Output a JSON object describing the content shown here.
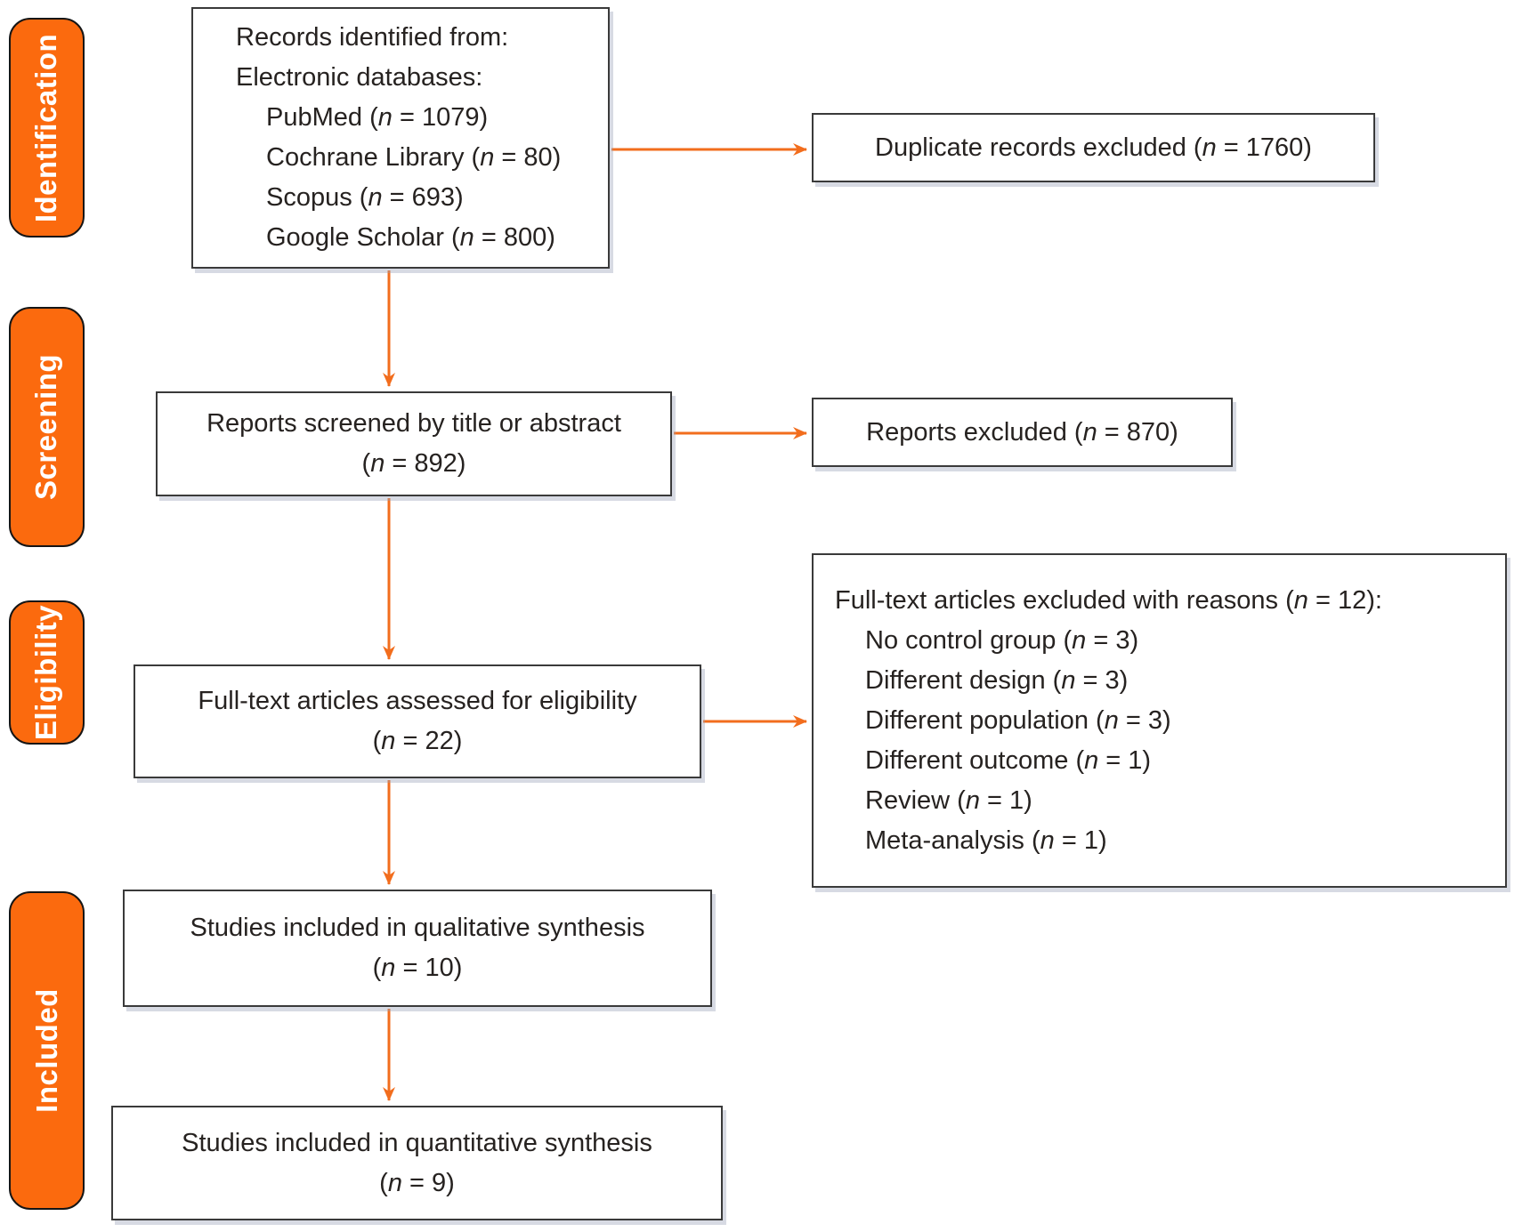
{
  "colors": {
    "stage_fill": "#fb6a0e",
    "stage_border": "#151515",
    "stage_text": "#ffffff",
    "arrow": "#f26d1d",
    "box_border": "#3a3a3a",
    "text": "#262220"
  },
  "stages": [
    {
      "label": "Identification"
    },
    {
      "label": "Screening"
    },
    {
      "label": "Eligibility"
    },
    {
      "label": "Included"
    }
  ],
  "boxes": {
    "records_identified": {
      "lines": [
        {
          "pre": "Records identified from:"
        },
        {
          "pre": "Electronic databases:"
        },
        {
          "pre": "PubMed",
          "n": "1079",
          "indent": 1
        },
        {
          "pre": "Cochrane Library",
          "n": "80",
          "indent": 1
        },
        {
          "pre": "Scopus",
          "n": "693",
          "indent": 1
        },
        {
          "pre": "Google Scholar",
          "n": "800",
          "indent": 1
        }
      ]
    },
    "duplicates_excluded": {
      "lines": [
        {
          "pre": "Duplicate records excluded",
          "n": "1760"
        }
      ]
    },
    "reports_screened": {
      "lines": [
        {
          "pre": "Reports screened by title or abstract"
        },
        {
          "n": "892"
        }
      ]
    },
    "reports_excluded": {
      "lines": [
        {
          "pre": "Reports excluded",
          "n": "870"
        }
      ]
    },
    "fulltext_assessed": {
      "lines": [
        {
          "pre": "Full-text articles assessed for eligibility"
        },
        {
          "n": "22"
        }
      ]
    },
    "fulltext_excluded": {
      "lines": [
        {
          "pre": "Full-text articles excluded with reasons",
          "n": "12",
          "post": ":"
        },
        {
          "pre": "No control group",
          "n": "3",
          "indent": 1
        },
        {
          "pre": "Different design",
          "n": "3",
          "indent": 1
        },
        {
          "pre": "Different population",
          "n": "3",
          "indent": 1
        },
        {
          "pre": "Different outcome",
          "n": "1",
          "indent": 1
        },
        {
          "pre": "Review",
          "n": "1",
          "indent": 1
        },
        {
          "pre": "Meta-analysis",
          "n": "1",
          "indent": 1
        }
      ]
    },
    "qualitative_synthesis": {
      "lines": [
        {
          "pre": "Studies included in qualitative synthesis"
        },
        {
          "n": "10"
        }
      ]
    },
    "quantitative_synthesis": {
      "lines": [
        {
          "pre": "Studies included in quantitative synthesis"
        },
        {
          "n": "9"
        }
      ]
    }
  }
}
